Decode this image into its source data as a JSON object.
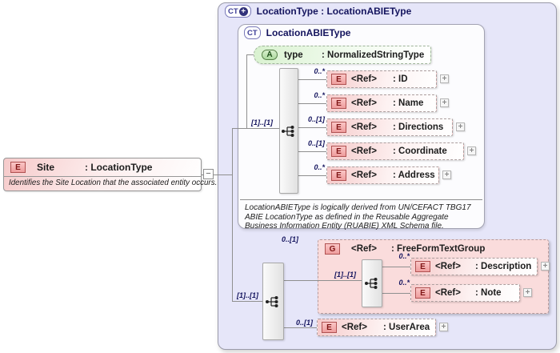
{
  "colors": {
    "panel_lavender": "#e6e6f9",
    "element_pink": "#f6cbcb",
    "attribute_green": "#d9f2d0",
    "group_pink": "#fadcdc",
    "badge_red_border": "#b05252",
    "title_navy": "#14145e",
    "connector_gray": "#8f8f8f"
  },
  "icons": {
    "expand": "+",
    "collapse": "−"
  },
  "site": {
    "badge": "E",
    "name": "Site",
    "type": ": LocationType",
    "annotation": "Identifies the Site Location that the associated entity occurs."
  },
  "outer": {
    "badge": "CT",
    "badge_plus": "+",
    "title": "LocationType : LocationABIEType"
  },
  "inner": {
    "badge": "CT",
    "title": "LocationABIEType",
    "annotation": "LocationABIEType is logically derived from UN/CEFACT TBG17 ABIE LocationType as defined in the Reusable Aggregate Business Information Entity (RUABIE) XML Schema file."
  },
  "attribute": {
    "badge": "A",
    "name": "type",
    "type": ": NormalizedStringType"
  },
  "sequence1": {
    "cardinality": "[1]..[1]"
  },
  "rows": [
    {
      "cardinality": "0..*",
      "badge": "E",
      "ref": "<Ref>",
      "type": ": ID"
    },
    {
      "cardinality": "0..*",
      "badge": "E",
      "ref": "<Ref>",
      "type": ": Name"
    },
    {
      "cardinality": "0..[1]",
      "badge": "E",
      "ref": "<Ref>",
      "type": ": Directions"
    },
    {
      "cardinality": "0..[1]",
      "badge": "E",
      "ref": "<Ref>",
      "type": ": Coordinate"
    },
    {
      "cardinality": "0..*",
      "badge": "E",
      "ref": "<Ref>",
      "type": ": Address"
    }
  ],
  "sequence2": {
    "cardinality": "[1]..[1]"
  },
  "group": {
    "cardinality": "0..[1]",
    "badge": "G",
    "ref": "<Ref>",
    "type": ": FreeFormTextGroup",
    "sequence": {
      "cardinality": "[1]..[1]"
    },
    "rows": [
      {
        "cardinality": "0..*",
        "badge": "E",
        "ref": "<Ref>",
        "type": ": Description"
      },
      {
        "cardinality": "0..*",
        "badge": "E",
        "ref": "<Ref>",
        "type": ": Note"
      }
    ]
  },
  "userarea": {
    "cardinality": "0..[1]",
    "badge": "E",
    "ref": "<Ref>",
    "type": ": UserArea"
  }
}
